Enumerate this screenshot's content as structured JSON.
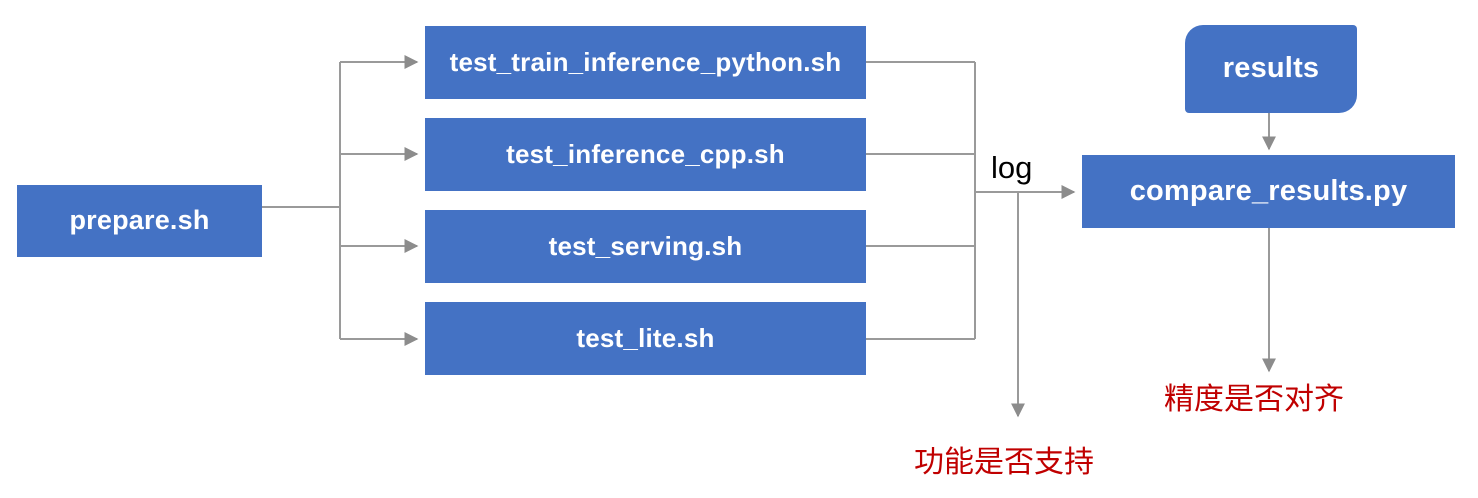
{
  "diagram": {
    "title": "test_tipc pipeline flow",
    "colors": {
      "node_fill": "#4472C4",
      "node_text": "#FFFFFF",
      "connector": "#9A9A9A",
      "note_text": "#C00000",
      "background": "#FFFFFF"
    },
    "nodes": {
      "prepare": {
        "label": "prepare.sh"
      },
      "test_train": {
        "label": "test_train_inference_python.sh"
      },
      "test_cpp": {
        "label": "test_inference_cpp.sh"
      },
      "test_serving": {
        "label": "test_serving.sh"
      },
      "test_lite": {
        "label": "test_lite.sh"
      },
      "results": {
        "label": "results"
      },
      "compare": {
        "label": "compare_results.py"
      }
    },
    "edge_labels": {
      "log": "log"
    },
    "notes": {
      "function_supported": "功能是否支持",
      "precision_aligned": "精度是否对齐"
    }
  }
}
